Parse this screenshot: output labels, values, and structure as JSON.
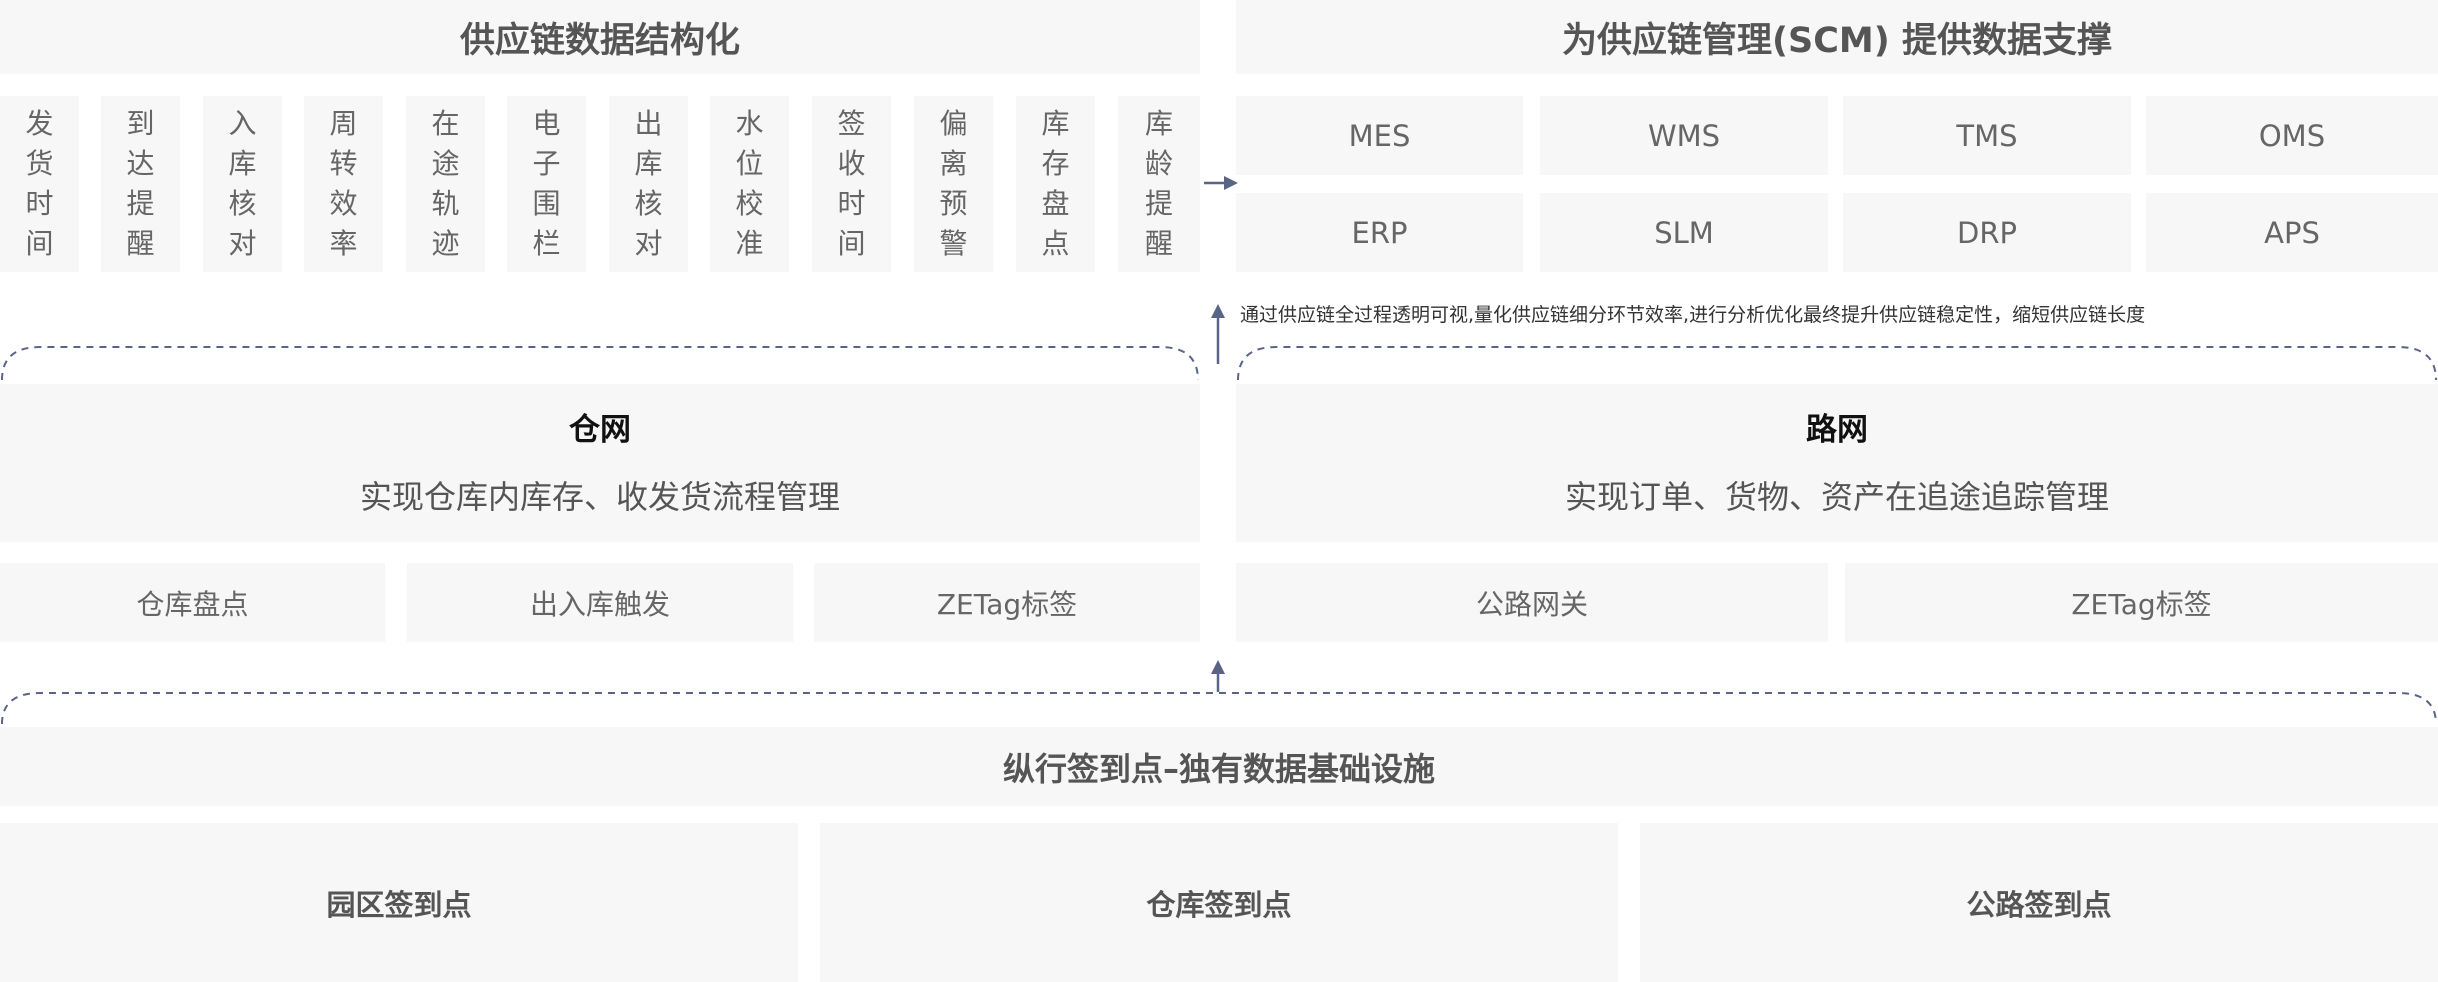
{
  "left_header": {
    "title": "供应链数据结构化"
  },
  "right_header": {
    "title": "为供应链管理(SCM) 提供数据支撑"
  },
  "data_items": [
    "发货时间",
    "到达提醒",
    "入库核对",
    "周转效率",
    "在途轨迹",
    "电子围栏",
    "出库核对",
    "水位校准",
    "签收时间",
    "偏离预警",
    "库存盘点",
    "库龄提醒"
  ],
  "systems": [
    "MES",
    "WMS",
    "TMS",
    "OMS",
    "ERP",
    "SLM",
    "DRP",
    "APS"
  ],
  "note": "通过供应链全过程透明可视,量化供应链细分环节效率,进行分析优化最终提升供应链稳定性，缩短供应链长度",
  "warehouse_network": {
    "name": "仓网",
    "description": "实现仓库内库存、收发货流程管理",
    "items": [
      "仓库盘点",
      "出入库触发",
      "ZETag标签"
    ]
  },
  "road_network": {
    "name": "路网",
    "description": "实现订单、货物、资产在追途追踪管理",
    "items": [
      "公路网关",
      "ZETag标签"
    ]
  },
  "infrastructure": {
    "title": "纵行签到点–独有数据基础设施"
  },
  "checkpoints": [
    "园区签到点",
    "仓库签到点",
    "公路签到点"
  ],
  "colors": {
    "box_fill": "#f7f7f7",
    "arrow": "#5a6487",
    "dash": "#5a6487"
  }
}
